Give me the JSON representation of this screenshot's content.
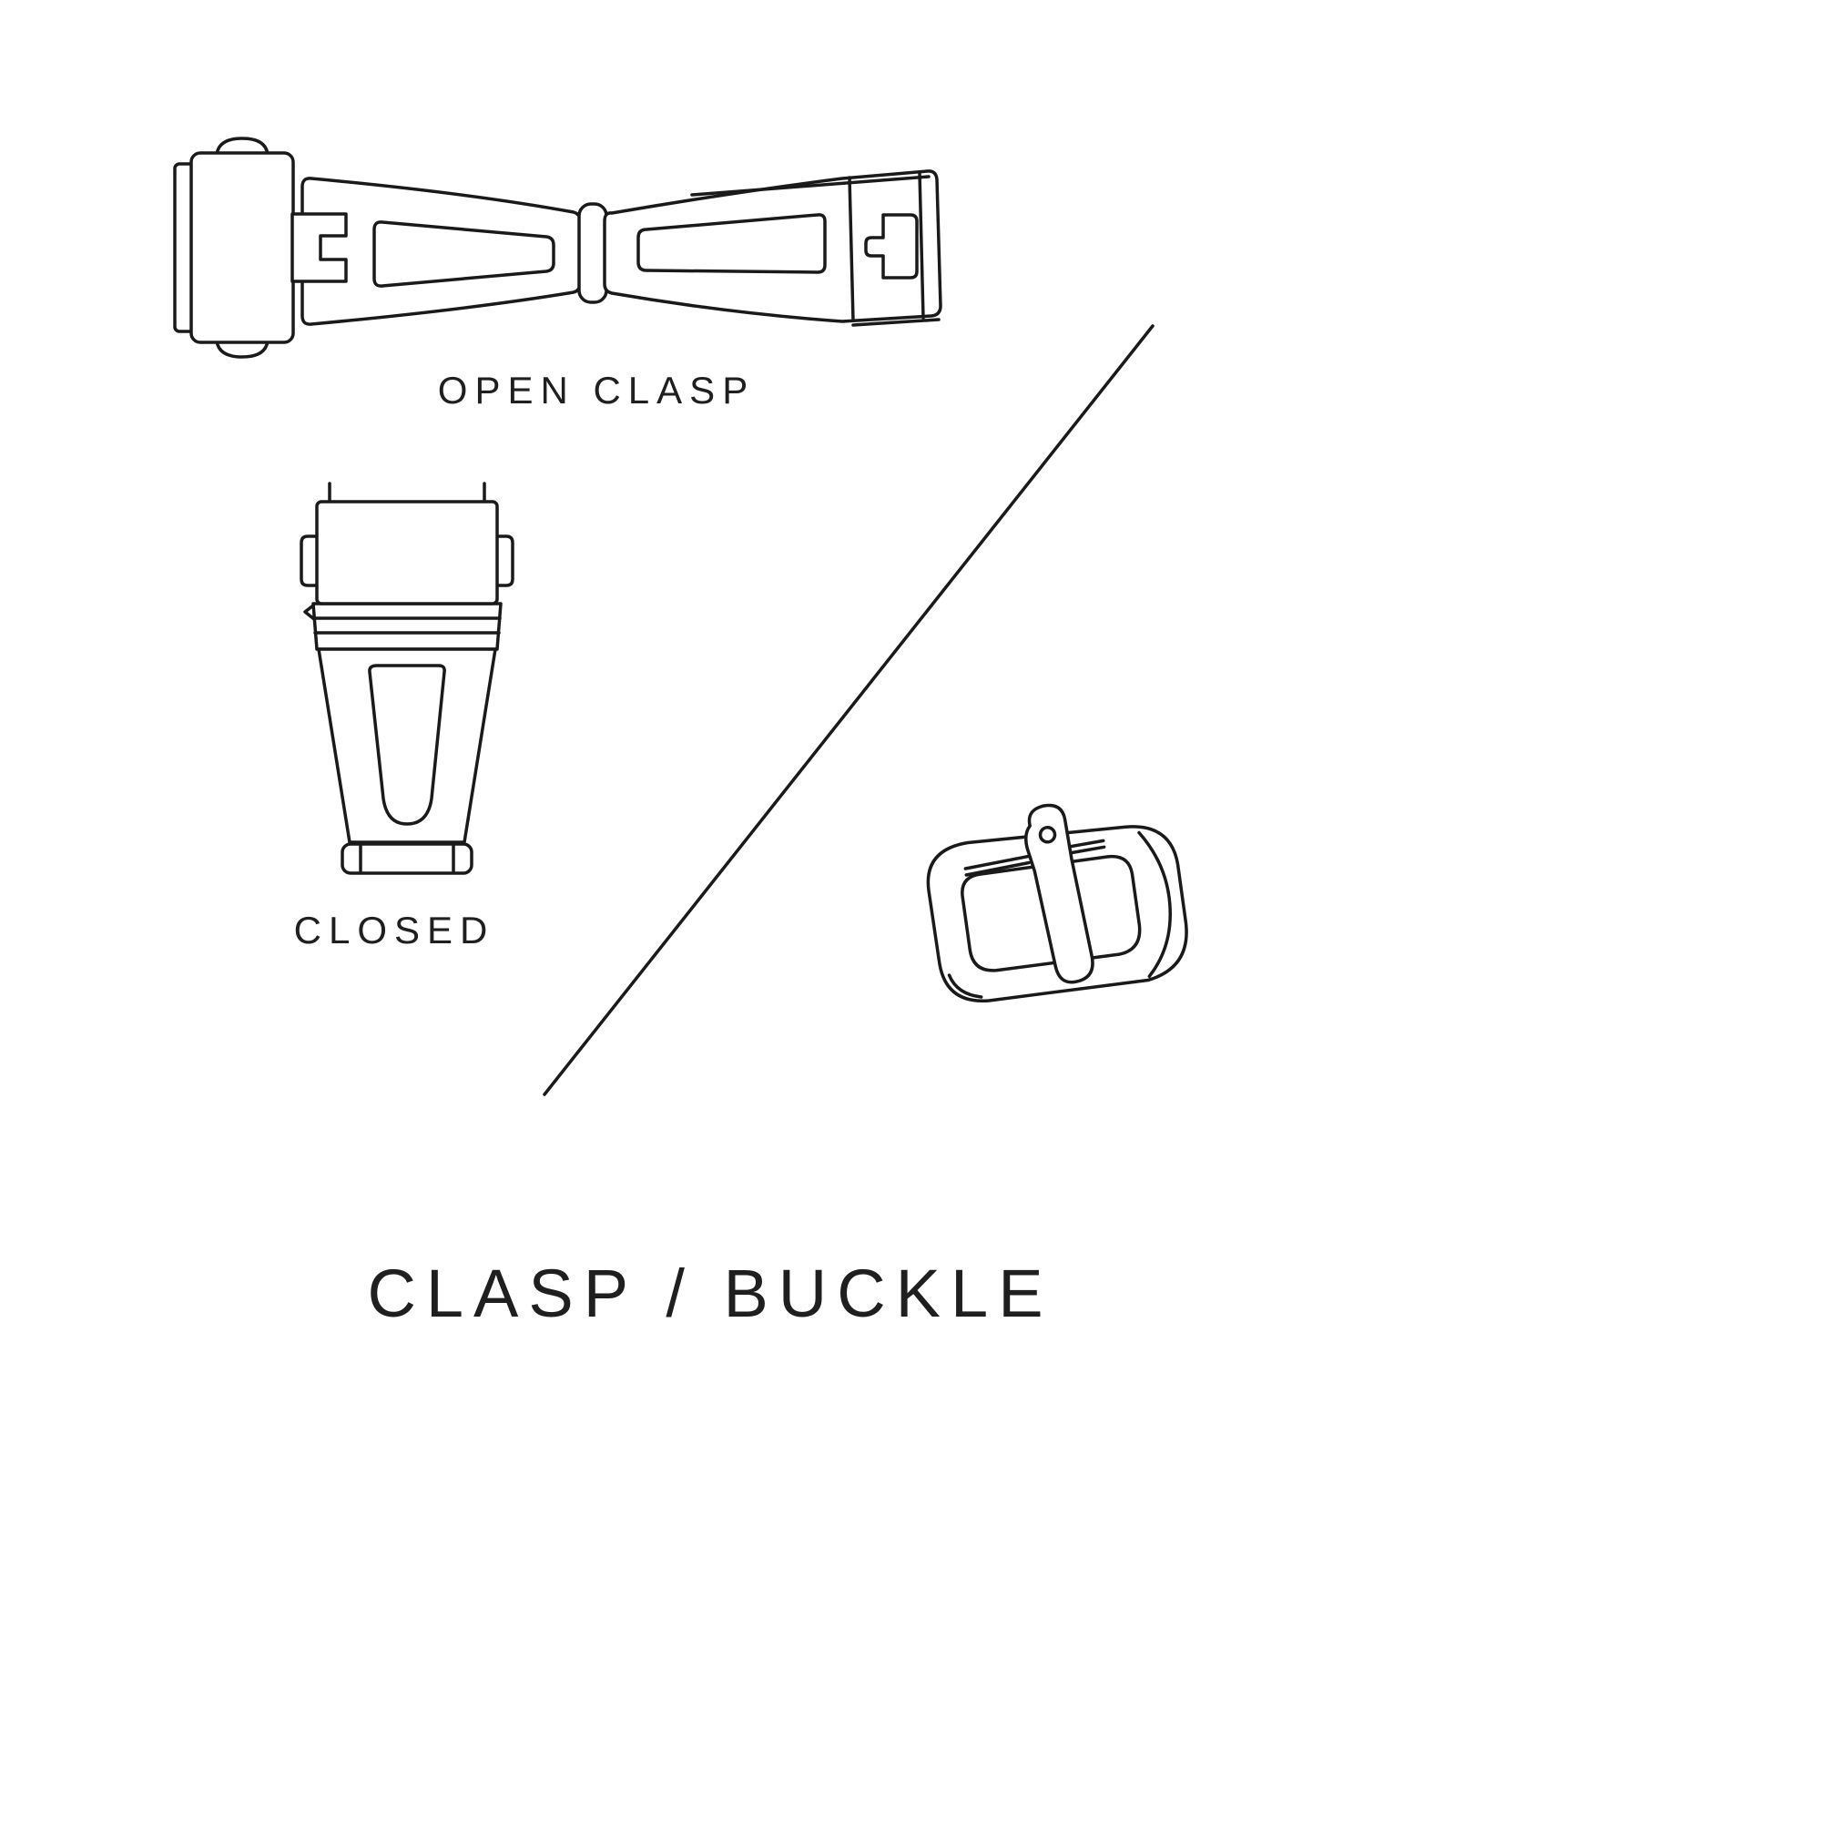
{
  "page": {
    "title": "CLASP / BUCKLE",
    "background_color": "#ffffff",
    "line_color": "#1a1a1a",
    "text_color": "#1f1f1f"
  },
  "labels": {
    "open_clasp": "OPEN CLASP",
    "closed": "CLOSED"
  }
}
